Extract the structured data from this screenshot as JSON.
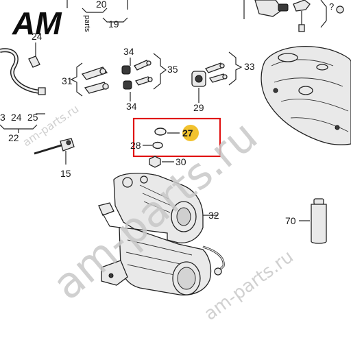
{
  "logo": {
    "big": "AM",
    "small": "parts"
  },
  "watermark": {
    "text": "am-parts.ru"
  },
  "highlight": {
    "color": "#e01010",
    "badge_color": "#f2c22e"
  },
  "callouts": {
    "n20": "20",
    "n19": "19",
    "n24a": "24",
    "n34a": "34",
    "n35": "35",
    "n31": "31",
    "n34b": "34",
    "n33": "33",
    "n29": "29",
    "n3": "3",
    "n24b": "24",
    "n25": "25",
    "n22": "22",
    "n27": "27",
    "n28": "28",
    "n30": "30",
    "n15": "15",
    "n32": "32",
    "n70": "70"
  }
}
